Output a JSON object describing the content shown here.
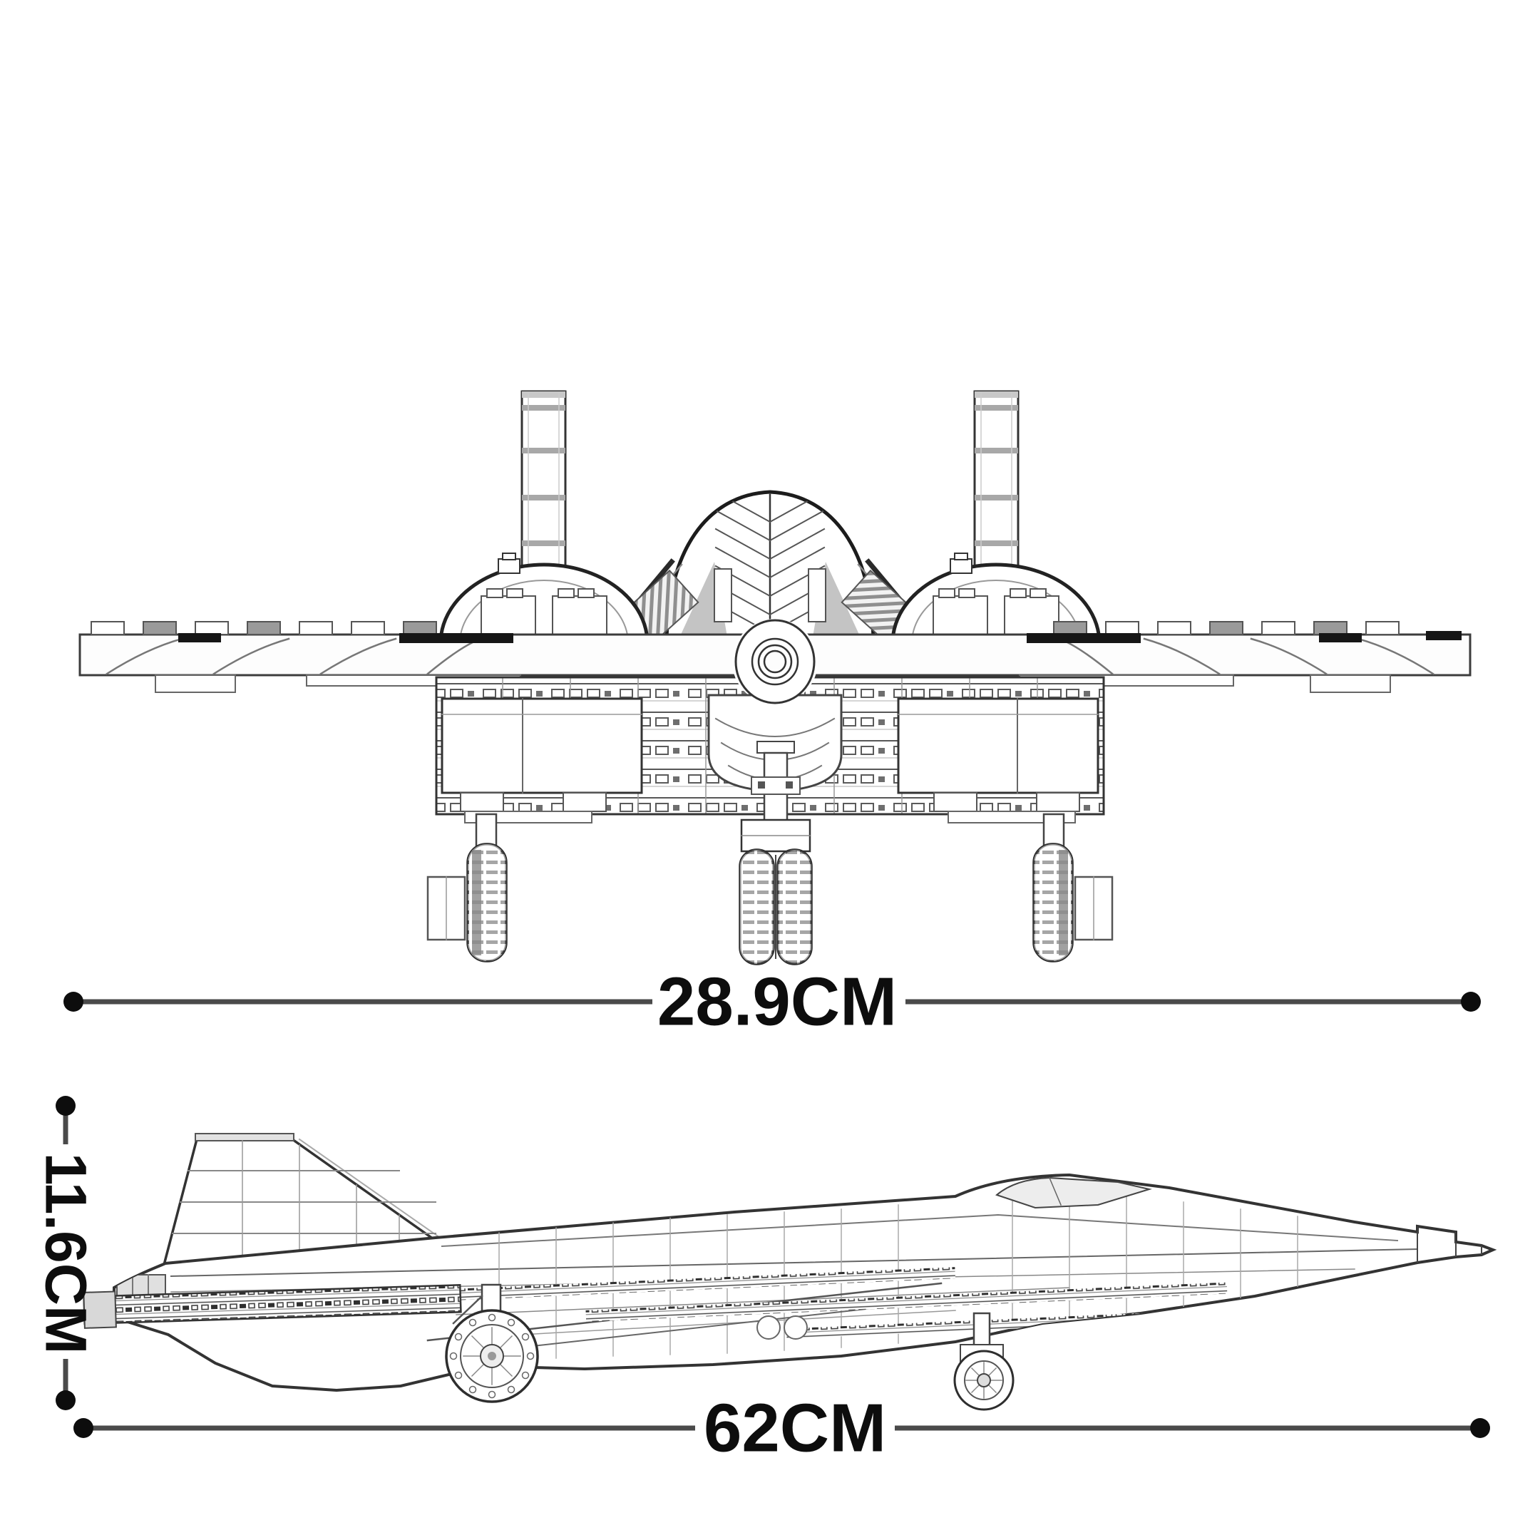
{
  "figure": {
    "description": "Size diagram of a brick-built twin-tail jet fighter model, front view above and side view below",
    "views": [
      {
        "id": "front",
        "name": "front view"
      },
      {
        "id": "side",
        "name": "side view"
      }
    ]
  },
  "dimensions": {
    "wingspan": {
      "label": "28.9CM",
      "value": 28.9,
      "unit": "CM",
      "orientation": "horizontal",
      "applies_to": "front view width"
    },
    "length": {
      "label": "62CM",
      "value": 62,
      "unit": "CM",
      "orientation": "horizontal",
      "applies_to": "side view length"
    },
    "height": {
      "label": "11.6CM",
      "value": 11.6,
      "unit": "CM",
      "orientation": "vertical",
      "applies_to": "side view height"
    }
  },
  "style": {
    "background": "#ffffff",
    "dimension_line_color": "#4a4a4a",
    "endpoint_dot_color": "#0d0d0d",
    "label_color": "#0d0d0d",
    "drawing_stroke_color": "#3c3c3c"
  }
}
